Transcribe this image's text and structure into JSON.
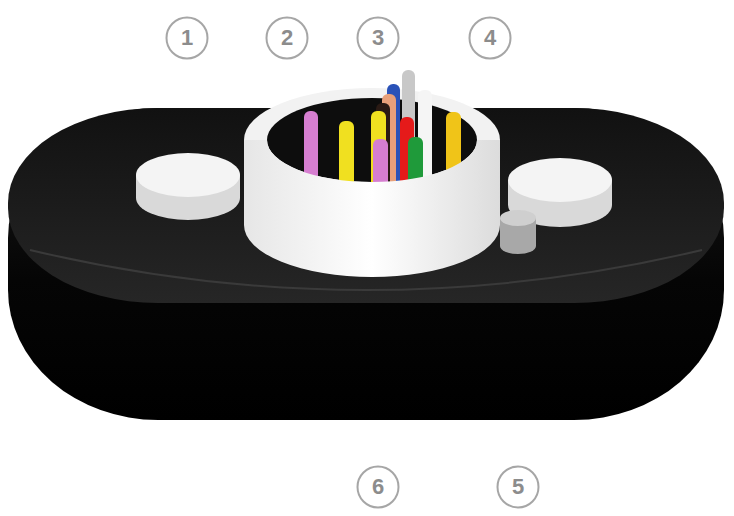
{
  "diagram": {
    "nodes": [
      {
        "text": [
          "1"
        ]
      },
      {
        "text": [
          "2"
        ]
      },
      {
        "text": [
          "3"
        ]
      },
      {
        "text": [
          "4"
        ]
      },
      {
        "text": [
          "6"
        ]
      },
      {
        "text": [
          "5"
        ]
      }
    ]
  }
}
